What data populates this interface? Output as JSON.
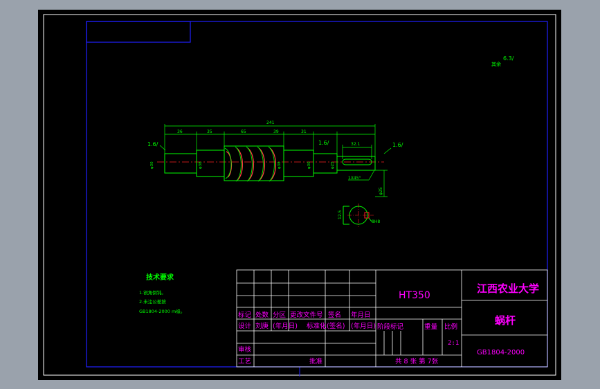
{
  "colors": {
    "background": "#000000",
    "frame": "#ffffff",
    "border": "#2020ff",
    "part": "#00ff00",
    "centerline": "#ff2020",
    "thread": "#ff4040",
    "titleblock_text": "#ff00ff",
    "titleblock_lines": "#ffffff",
    "note_text": "#00ff00"
  },
  "roughness_general": {
    "value": "6.3/",
    "label": "其余"
  },
  "dimensions": {
    "overall_length": "241",
    "segments": [
      "36",
      "35",
      "65",
      "39",
      "31"
    ],
    "roughness_left": "1.6/",
    "roughness_mid": "1.6/",
    "roughness_right": "1.6/",
    "keyway_length": "32.1",
    "chamfer": "1X45°",
    "diameters": [
      "φ30",
      "φ38",
      "φ38",
      "φ30",
      "φ25",
      "φ25"
    ],
    "section_depth": "12.5",
    "section_width": "8H8"
  },
  "technical_requirements": {
    "title": "技术要求",
    "items": [
      "1.锐角倒钝。",
      "2.未注公差按",
      "GB1804-2000 m级。"
    ]
  },
  "title_block": {
    "material": "HT350",
    "school": "江西农业大学",
    "part_name": "蜗杆",
    "standard": "GB1804-2000",
    "rev_headers": [
      "标记",
      "处数",
      "分区",
      "更改文件号",
      "签名",
      "年月日"
    ],
    "design_row": [
      "设计",
      "刘庚",
      "(年月日)",
      "标准化",
      "(签名)",
      "(年月日)"
    ],
    "stage_headers": [
      "阶段标记",
      "重量",
      "比例"
    ],
    "scale": "2:1",
    "review": "审核",
    "process": "工艺",
    "approve": "批准",
    "sheets": "共 8 张 第 7张"
  }
}
